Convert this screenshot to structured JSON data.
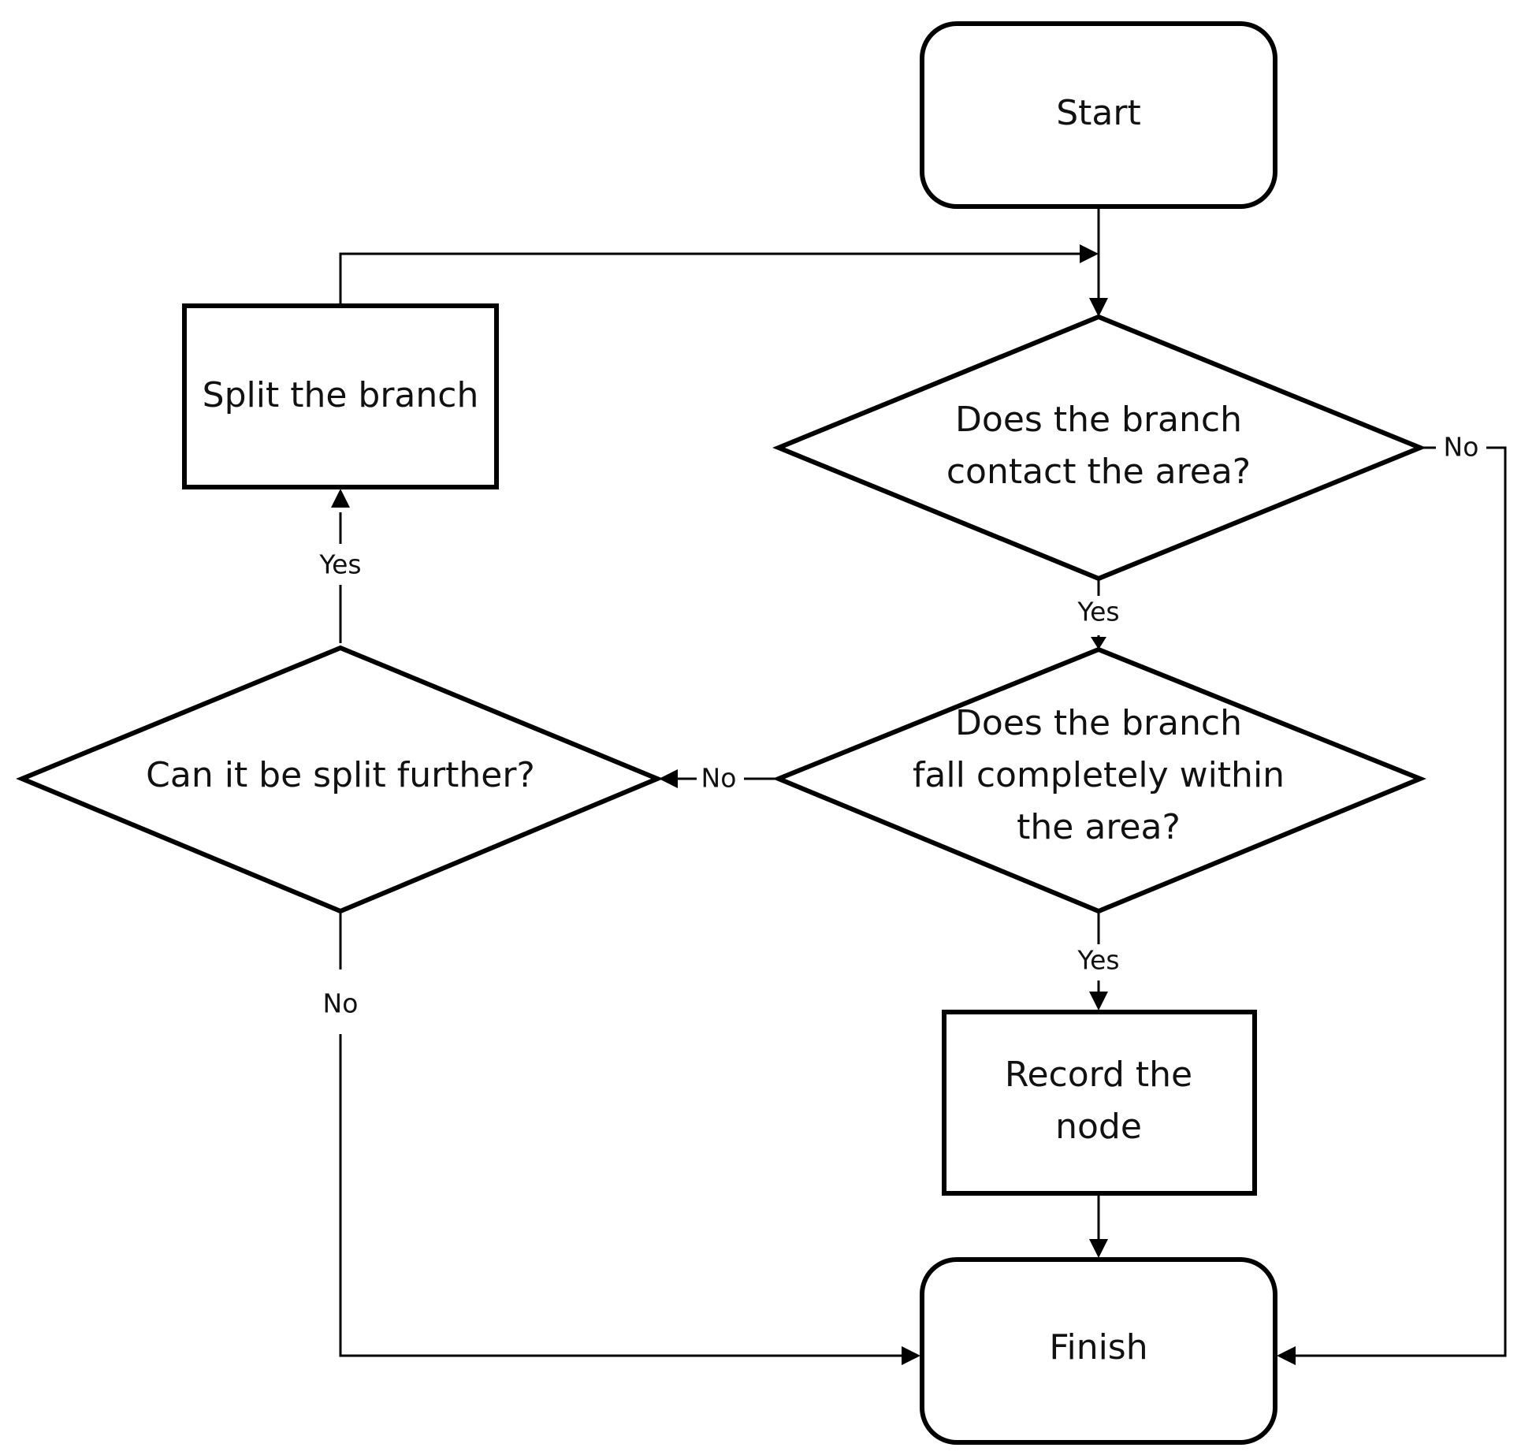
{
  "nodes": {
    "start": "Start",
    "split": "Split the branch",
    "contact_line1": "Does the branch",
    "contact_line2": "contact the area?",
    "within_line1": "Does the branch",
    "within_line2": "fall completely within",
    "within_line3": "the area?",
    "can_split": "Can it be split further?",
    "record_line1": "Record the",
    "record_line2": "node",
    "finish": "Finish"
  },
  "edges": {
    "contact_no": "No",
    "contact_yes": "Yes",
    "within_no": "No",
    "within_yes": "Yes",
    "can_split_yes": "Yes",
    "can_split_no": "No"
  },
  "colors": {
    "stroke": "#000000",
    "background": "#ffffff",
    "text": "#111111"
  }
}
